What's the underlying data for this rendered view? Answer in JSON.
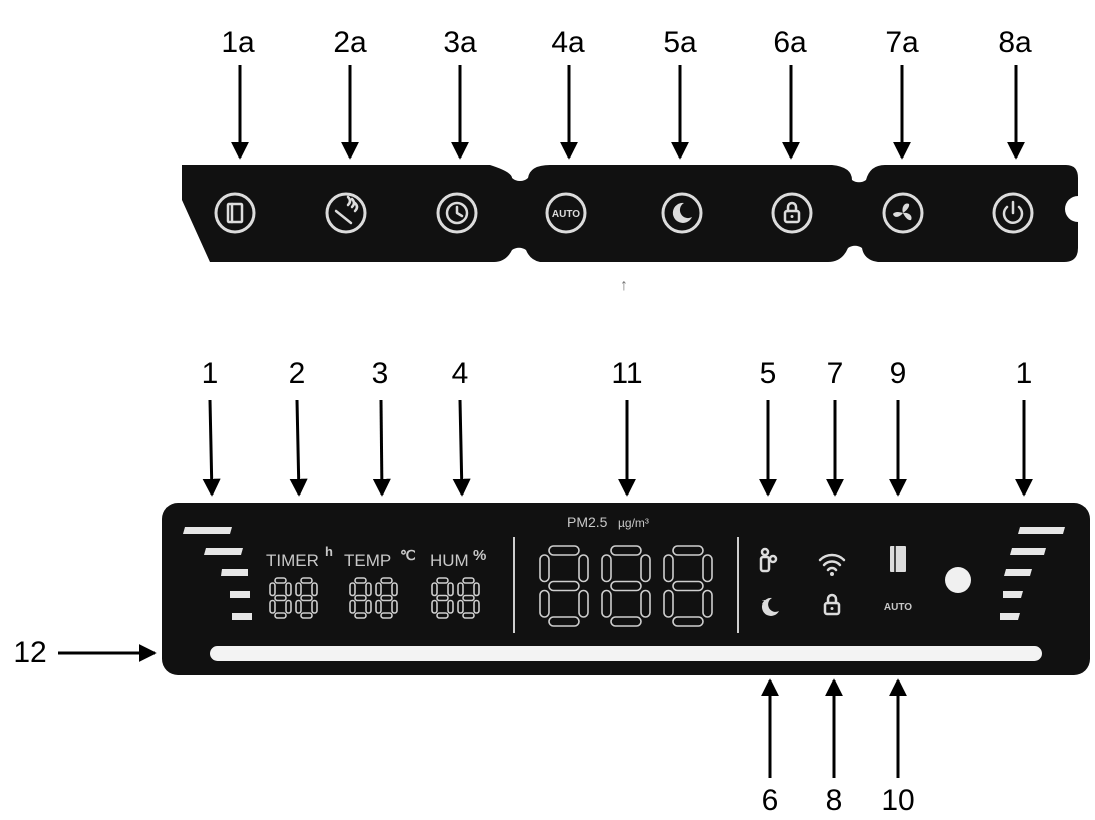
{
  "top_callouts": [
    "1a",
    "2a",
    "3a",
    "4a",
    "5a",
    "6a",
    "7a",
    "8a"
  ],
  "bottom_callouts_upper": [
    "1",
    "2",
    "3",
    "4",
    "11",
    "5",
    "7",
    "9",
    "1"
  ],
  "bottom_callouts_lower": [
    "6",
    "8",
    "10"
  ],
  "side_callout": "12",
  "buttons": [
    {
      "icon": "filter-icon"
    },
    {
      "icon": "smoke-icon"
    },
    {
      "icon": "timer-icon"
    },
    {
      "icon": "auto-icon",
      "text": "AUTO"
    },
    {
      "icon": "sleep-icon"
    },
    {
      "icon": "lock-icon"
    },
    {
      "icon": "fan-icon"
    },
    {
      "icon": "power-icon"
    }
  ],
  "display": {
    "timer_label": "TIMER",
    "timer_unit": "h",
    "temp_label": "TEMP",
    "temp_unit": "℃",
    "hum_label": "HUM",
    "hum_unit": "%",
    "pm_label": "PM2.5",
    "pm_unit": "µg/m³",
    "auto_label": "AUTO",
    "icons": [
      "ionizer-icon",
      "sleep-icon",
      "wifi-icon",
      "lock-icon",
      "filter-icon",
      "indicator-dot-icon"
    ]
  }
}
